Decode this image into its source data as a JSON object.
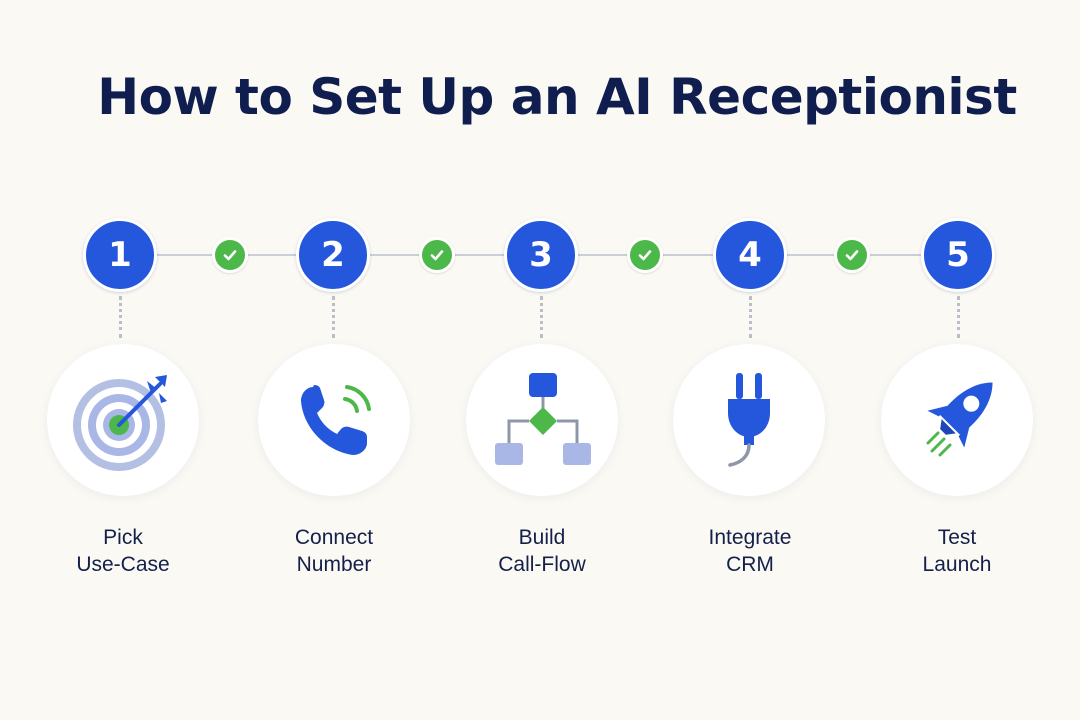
{
  "title": "How to Set Up an AI Receptionist",
  "colors": {
    "background": "#fbf9f4",
    "step_blue": "#2457dc",
    "check_green": "#4db84a",
    "title_navy": "#0f1e4f",
    "icon_light": "#a9b7e6"
  },
  "steps": [
    {
      "number": "1",
      "label_line1": "Pick",
      "label_line2": "Use-Case",
      "icon": "target-icon"
    },
    {
      "number": "2",
      "label_line1": "Connect",
      "label_line2": "Number",
      "icon": "phone-icon"
    },
    {
      "number": "3",
      "label_line1": "Build",
      "label_line2": "Call-Flow",
      "icon": "flowchart-icon"
    },
    {
      "number": "4",
      "label_line1": "Integrate",
      "label_line2": "CRM",
      "icon": "plug-icon"
    },
    {
      "number": "5",
      "label_line1": "Test",
      "label_line2": "Launch",
      "icon": "rocket-icon"
    }
  ],
  "connectors": [
    "check-icon",
    "check-icon",
    "check-icon",
    "check-icon"
  ]
}
